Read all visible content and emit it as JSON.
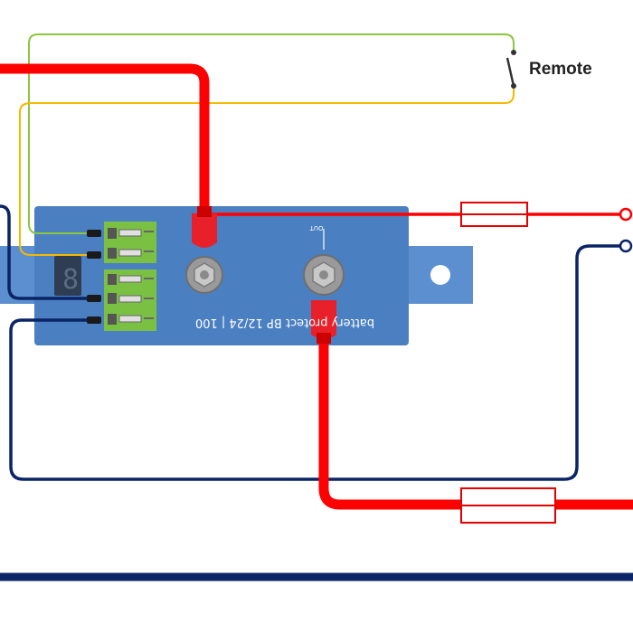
{
  "diagram": {
    "remote_label": "Remote",
    "device": {
      "model_label": "battery protect  BP 12/24 | 100",
      "out_label": "OUT",
      "display_digit": "8"
    },
    "colors": {
      "positive_wire": "#ff0000",
      "negative_wire": "#0a2466",
      "remote_wire_green": "#8cc63f",
      "remote_wire_yellow": "#f5b800",
      "device_body": "#4a7fc1",
      "mount_tab": "#5b8fd0",
      "terminal_block": "#7ac143",
      "fuse_outline": "#e60000"
    }
  }
}
